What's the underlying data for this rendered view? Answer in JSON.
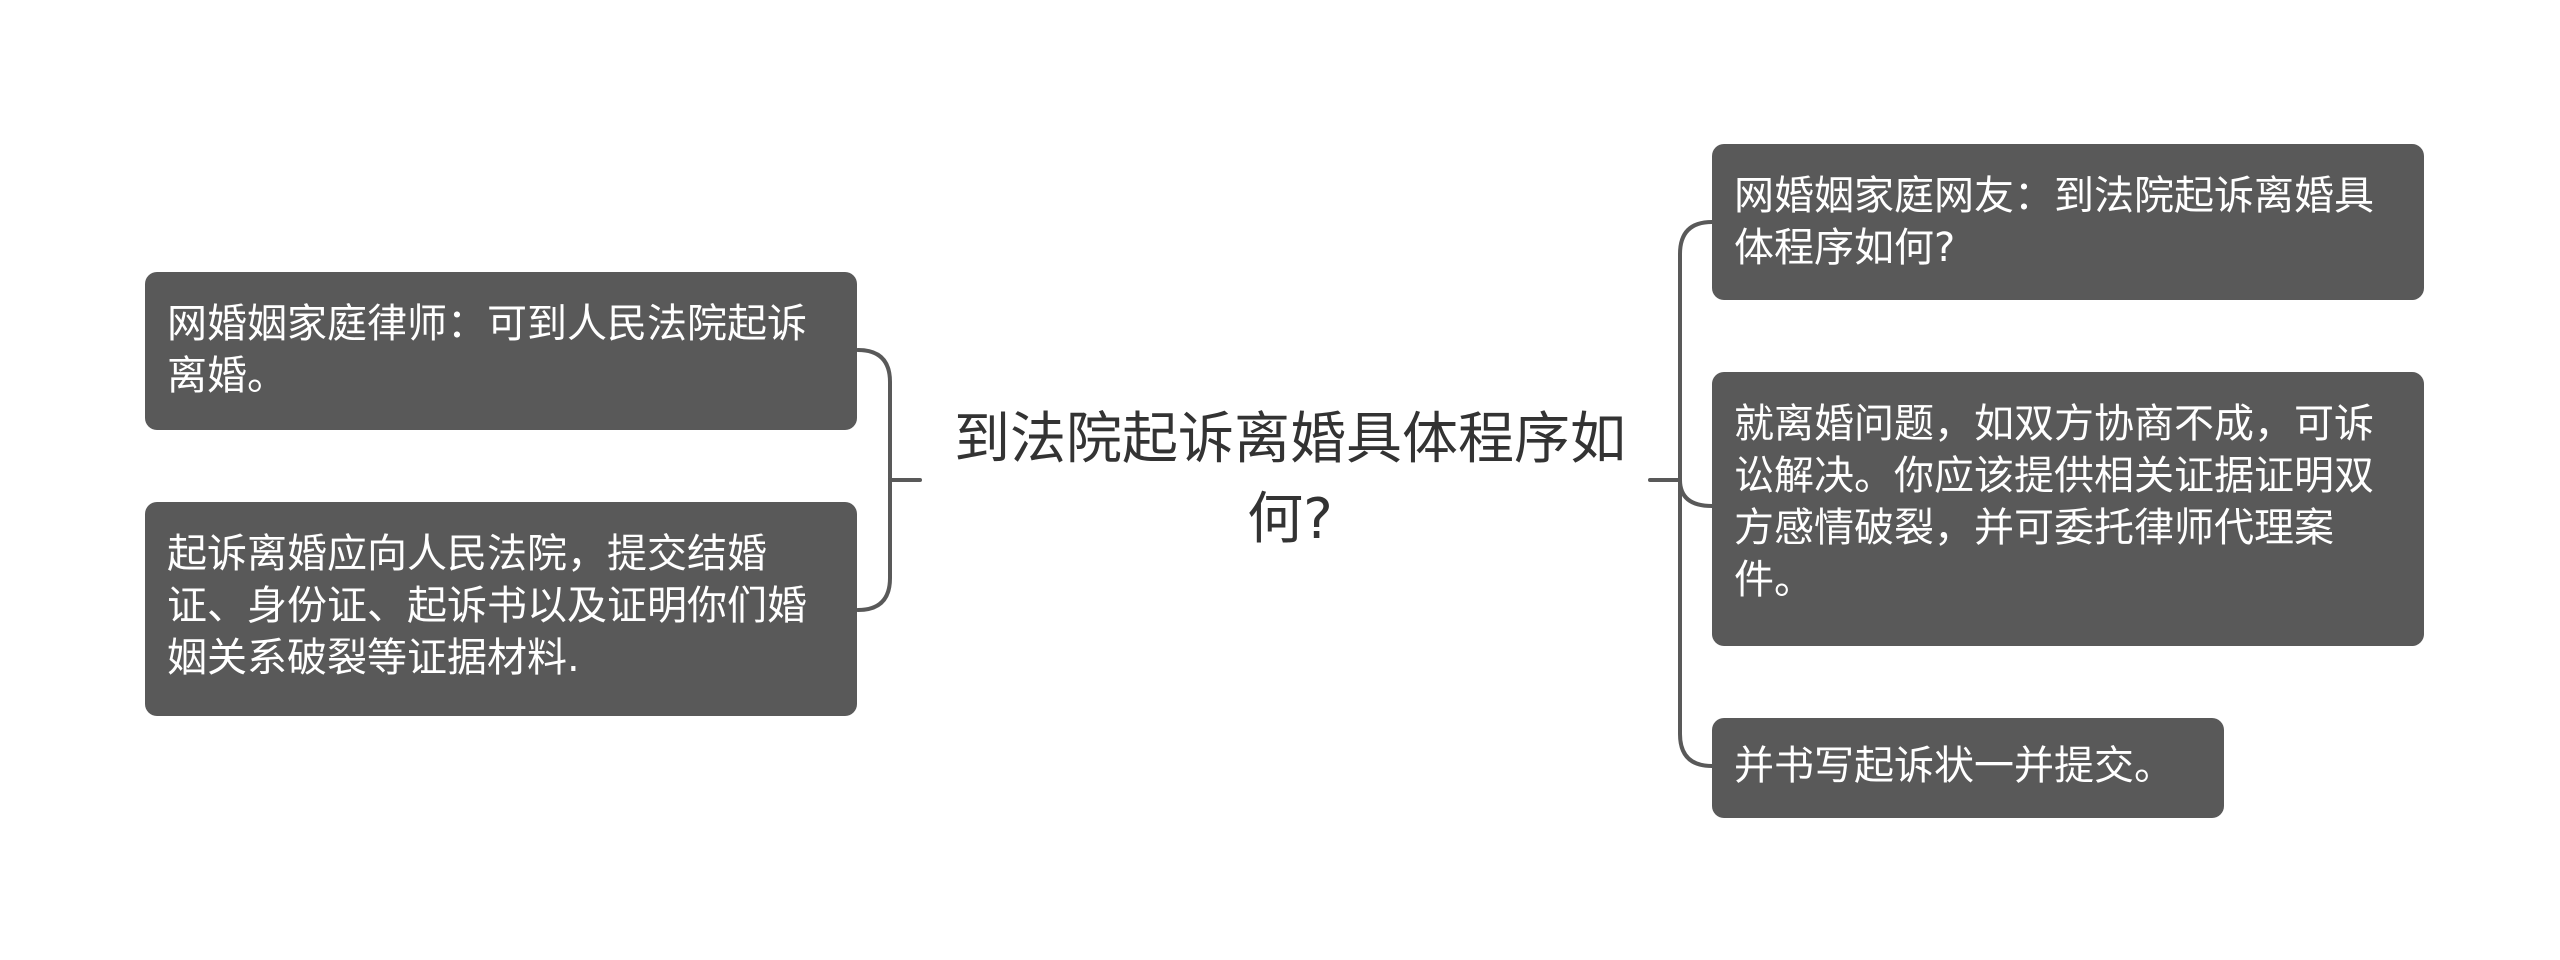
{
  "center_topic": "到法院起诉离婚具体程序如何?",
  "left_branches": [
    {
      "text": "网婚姻家庭律师：可到人民法院起诉离婚。"
    },
    {
      "text": "起诉离婚应向人民法院，提交结婚证、身份证、起诉书以及证明你们婚姻关系破裂等证据材料."
    }
  ],
  "right_branches": [
    {
      "text": "网婚姻家庭网友：到法院起诉离婚具体程序如何?"
    },
    {
      "text": "就离婚问题，如双方协商不成，可诉讼解决。你应该提供相关证据证明双方感情破裂，并可委托律师代理案件。"
    },
    {
      "text": "并书写起诉状一并提交。"
    }
  ],
  "colors": {
    "node_fill": "#595959",
    "node_text": "#ffffff",
    "connector": "#595959",
    "center_text": "#333333",
    "background": "#ffffff"
  }
}
